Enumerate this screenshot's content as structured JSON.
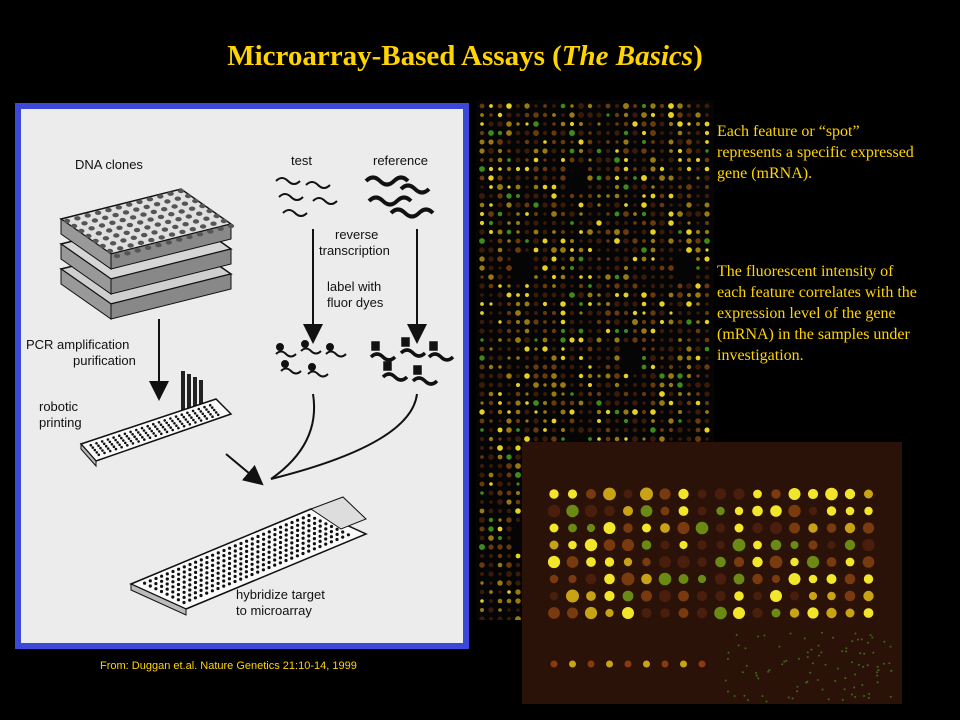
{
  "title": {
    "main": "Microarray-Based Assays (",
    "italic": "The Basics",
    "close": ")"
  },
  "diagram": {
    "labels": {
      "dna_clones": "DNA clones",
      "test": "test",
      "reference": "reference",
      "reverse": "reverse",
      "transcription": "transcription",
      "label_with": "label with",
      "fluor_dyes": "fluor dyes",
      "pcr_amplification": "PCR amplification",
      "purification": "purification",
      "robotic": "robotic",
      "printing": "printing",
      "hybridize_target": "hybridize target",
      "to_microarray": "to microarray"
    }
  },
  "citation": "From: Duggan et.al. Nature Genetics 21:10-14, 1999",
  "paragraphs": [
    "Each feature or “spot” represents a specific expressed gene (mRNA).",
    "The fluorescent intensity of each feature correlates with the expression level of the gene (mRNA) in the samples under investigation."
  ],
  "colors": {
    "title": "#ffd400",
    "text": "#ffd400",
    "frame": "#3b48d8",
    "background": "#000000"
  }
}
